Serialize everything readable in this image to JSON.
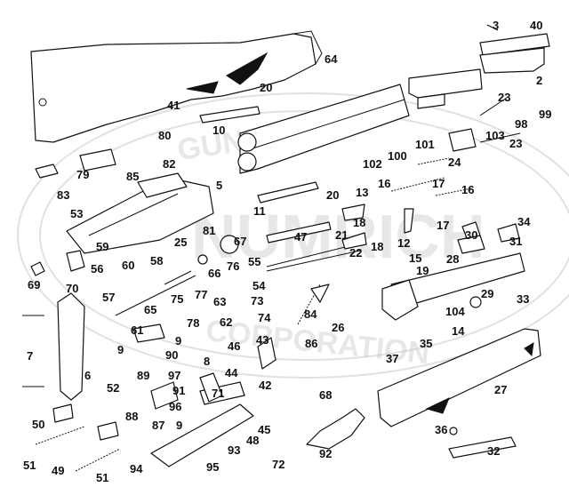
{
  "watermark": {
    "line1": "GUNPARTS",
    "line2": "NUMRICH",
    "line3": "CORPORATION"
  },
  "part_numbers": [
    "3",
    "40",
    "64",
    "2",
    "41",
    "20",
    "23",
    "98",
    "99",
    "80",
    "10",
    "103",
    "23",
    "101",
    "82",
    "100",
    "24",
    "79",
    "102",
    "85",
    "83",
    "16",
    "17",
    "16",
    "5",
    "53",
    "13",
    "20",
    "11",
    "18",
    "17",
    "34",
    "81",
    "30",
    "25",
    "47",
    "21",
    "31",
    "59",
    "67",
    "12",
    "60",
    "18",
    "22",
    "15",
    "28",
    "58",
    "76",
    "55",
    "56",
    "66",
    "19",
    "69",
    "70",
    "54",
    "57",
    "63",
    "77",
    "73",
    "75",
    "29",
    "33",
    "104",
    "65",
    "62",
    "74",
    "84",
    "78",
    "26",
    "14",
    "61",
    "9",
    "35",
    "46",
    "86",
    "43",
    "9",
    "37",
    "6",
    "90",
    "7",
    "8",
    "44",
    "89",
    "97",
    "52",
    "42",
    "27",
    "71",
    "91",
    "68",
    "96",
    "88",
    "87",
    "9",
    "50",
    "45",
    "36",
    "48",
    "93",
    "92",
    "51",
    "49",
    "72",
    "32",
    "94",
    "95",
    "51"
  ],
  "colors": {
    "ink": "#111111",
    "background": "#ffffff",
    "watermark": "#c9c9c9"
  }
}
